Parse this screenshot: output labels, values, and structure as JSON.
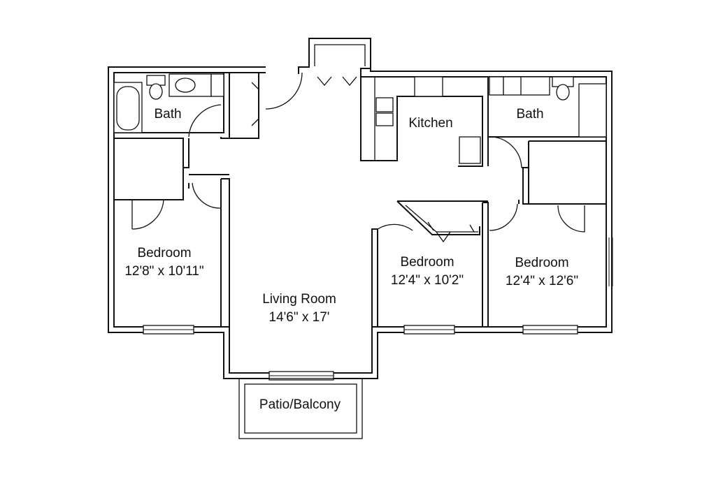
{
  "rooms": {
    "bath_left": {
      "name": "Bath"
    },
    "bath_right": {
      "name": "Bath"
    },
    "kitchen": {
      "name": "Kitchen"
    },
    "bedroom_left": {
      "name": "Bedroom",
      "dims": "12'8\" x 10'11\""
    },
    "bedroom_middle": {
      "name": "Bedroom",
      "dims": "12'4\" x 10'2\""
    },
    "bedroom_right": {
      "name": "Bedroom",
      "dims": "12'4\" x 12'6\""
    },
    "living_room": {
      "name": "Living Room",
      "dims": "14'6\" x 17'"
    },
    "patio": {
      "name": "Patio/Balcony"
    }
  }
}
